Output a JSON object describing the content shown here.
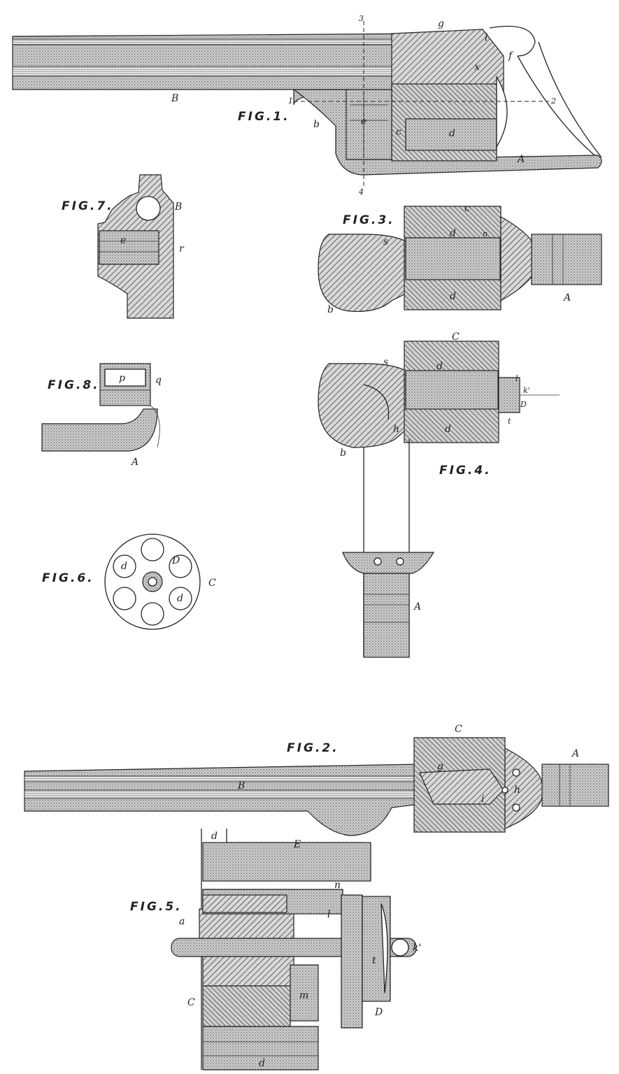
{
  "figures": {
    "fig1": {
      "title": "FIG.1.",
      "labels": {
        "B": "B",
        "A": "A",
        "b": "b",
        "c": "c",
        "d": "d",
        "e": "e",
        "g": "g",
        "l": "l",
        "f": "f",
        "x": "x",
        "s3": "3",
        "s4": "4",
        "s1": "1",
        "s2": "2"
      }
    },
    "fig2": {
      "title": "FIG.2.",
      "labels": {
        "C": "C",
        "A": "A",
        "B": "B",
        "g": "g",
        "i": "i",
        "h": "h"
      }
    },
    "fig3": {
      "title": "FIG.3.",
      "labels": {
        "c": "c",
        "d1": "d",
        "d2": "d",
        "s": "s",
        "b": "b",
        "A": "A",
        "n": "n"
      }
    },
    "fig4": {
      "title": "FIG.4.",
      "labels": {
        "C": "C",
        "d1": "d",
        "d2": "d",
        "s": "s",
        "b": "b",
        "h": "h",
        "l": "l",
        "k": "k'",
        "D": "D",
        "t": "t",
        "A": "A"
      }
    },
    "fig5": {
      "title": "FIG.5.",
      "labels": {
        "d_top": "d",
        "E": "E",
        "n": "n",
        "a": "a",
        "l": "l",
        "k": "k'",
        "t": "t",
        "m": "m",
        "C": "C",
        "D": "D",
        "d_bot": "d"
      }
    },
    "fig6": {
      "title": "FIG.6.",
      "labels": {
        "d1": "d",
        "D": "D",
        "d2": "d",
        "C": "C"
      }
    },
    "fig7": {
      "title": "FIG.7.",
      "labels": {
        "B": "B",
        "e": "e",
        "r": "r"
      }
    },
    "fig8": {
      "title": "FIG.8.",
      "labels": {
        "q": "q",
        "A": "A",
        "p": "p"
      }
    }
  },
  "colors": {
    "ink": "#222222",
    "paper": "#ffffff"
  }
}
